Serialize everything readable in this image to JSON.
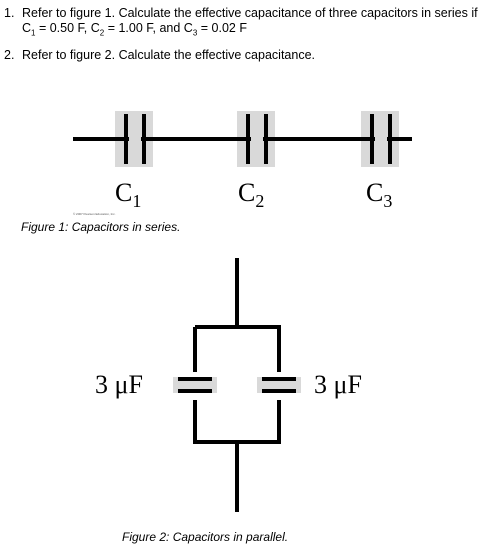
{
  "questions": [
    {
      "number": "1.",
      "line1": "Refer to figure 1. Calculate the effective capacitance of three capacitors in series if",
      "line2_parts": {
        "c1_sym": "C",
        "c1_sub": "1",
        "c1_val": " = 0.50 F, ",
        "c2_sym": "C",
        "c2_sub": "2",
        "c2_val": " = 1.00 F, and ",
        "c3_sym": "C",
        "c3_sub": "3",
        "c3_val": " = 0.02 F"
      }
    },
    {
      "number": "2.",
      "line1": "Refer to figure 2. Calculate the effective capacitance."
    }
  ],
  "figure1": {
    "labels": [
      {
        "sym": "C",
        "sub": "1"
      },
      {
        "sym": "C",
        "sub": "2"
      },
      {
        "sym": "C",
        "sub": "3"
      }
    ],
    "copyright": "© 2007 Pearson Education, Inc.",
    "caption": "Figure 1: Capacitors in series."
  },
  "figure2": {
    "left_value": "3 μF",
    "right_value": "3 μF",
    "caption": "Figure 2: Capacitors in parallel."
  },
  "colors": {
    "line": "#000000",
    "highlight": "#d9d9d9"
  }
}
